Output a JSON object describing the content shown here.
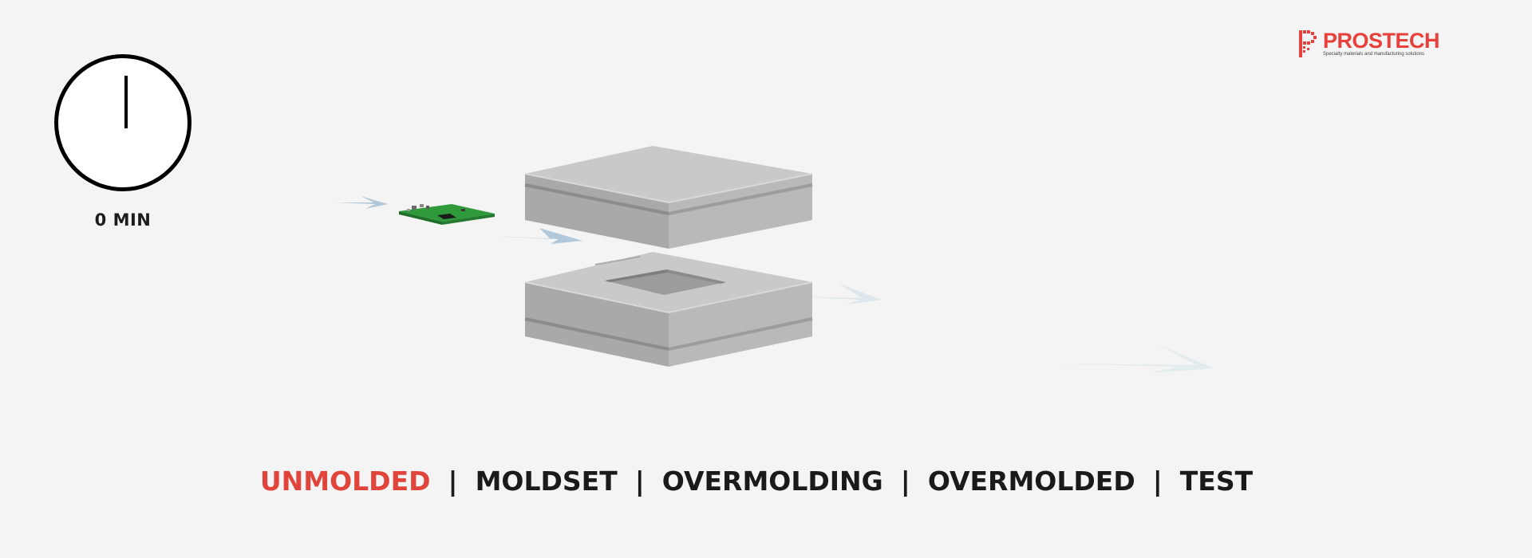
{
  "timer": {
    "label": "0 MIN",
    "minutes": 0
  },
  "logo": {
    "wordmark": "PROSTECH",
    "tagline": "Specialty materials and manufacturing solutions",
    "color": "#e8403b"
  },
  "process_steps": {
    "active_index": 0,
    "active_color": "#e0443a",
    "separator": "|",
    "items": [
      {
        "label": "UNMOLDED"
      },
      {
        "label": "MOLDSET"
      },
      {
        "label": "OVERMOLDING"
      },
      {
        "label": "OVERMOLDED"
      },
      {
        "label": "TEST"
      }
    ]
  },
  "scene": {
    "pcb_color": "#2e9a3a",
    "mold_color": "#bdbdbd",
    "arrow_color": "#a9c3d6"
  }
}
